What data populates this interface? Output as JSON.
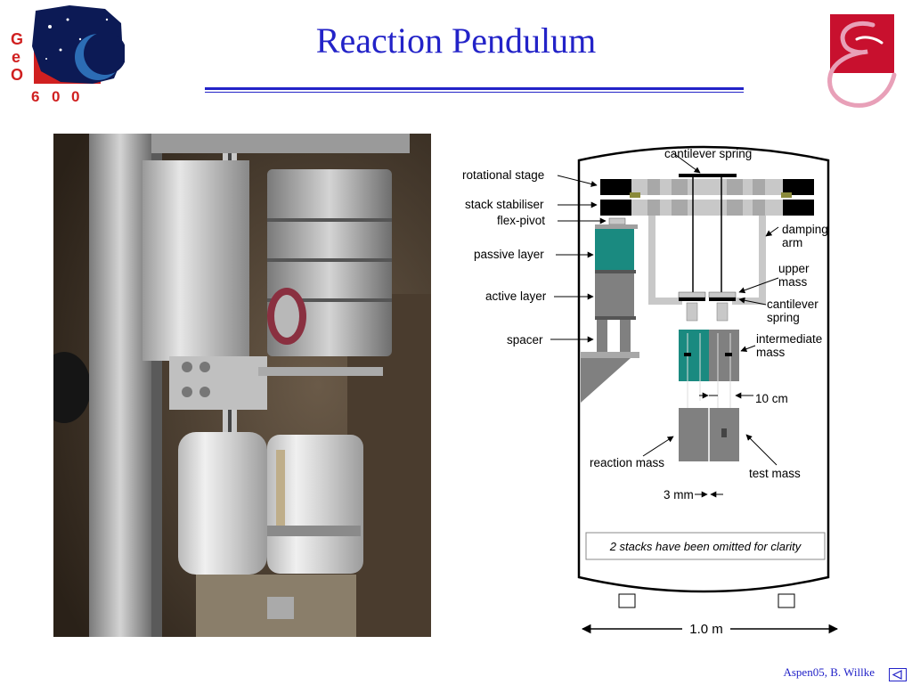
{
  "slide": {
    "title": "Reaction Pendulum",
    "footer": "Aspen05, B. Willke"
  },
  "logos": {
    "geo_letters": [
      "G",
      "e",
      "O"
    ],
    "geo_number": [
      "6",
      "0",
      "0"
    ]
  },
  "diagram": {
    "labels": {
      "cantilever_spring_top": "cantilever spring",
      "rotational_stage": "rotational stage",
      "stack_stabiliser": "stack stabiliser",
      "flex_pivot": "flex-pivot",
      "damping": "damping",
      "arm": "arm",
      "passive_layer": "passive layer",
      "upper": "upper",
      "mass_upper": "mass",
      "active_layer": "active layer",
      "cantilever": "cantilever",
      "spring": "spring",
      "spacer": "spacer",
      "intermediate": "intermediate",
      "mass_intermediate": "mass",
      "ten_cm": "10 cm",
      "reaction_mass": "reaction mass",
      "test_mass": "test mass",
      "three_mm": "3 mm",
      "note": "2 stacks have been omitted for clarity",
      "scale": "1.0 m"
    }
  },
  "colors": {
    "title_blue": "#2323c8",
    "teal": "#1a8a80",
    "stack_grey": "#808080",
    "light_grey": "#c8c8c8"
  }
}
